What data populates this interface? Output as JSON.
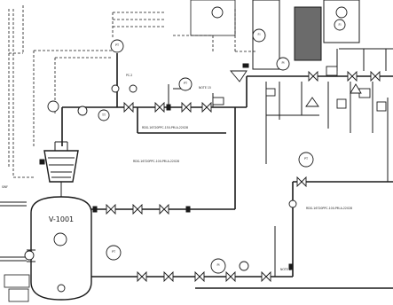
{
  "drawing": {
    "vessel_tag": "V-1001",
    "line_labels": {
      "header": "RDG-16720PPC-150-PM-A-22028",
      "lower_header": "RDG-16720PPC-100-PM-A-22028",
      "right_branch": "RDG-16720PPC-100-PM-A-22028"
    },
    "notes": {
      "note15": "NOTE 15",
      "note9": "NOTE 9",
      "pc2": "PC-2"
    },
    "left_label": "SWF",
    "bubbles": {
      "pt_upper": "PT",
      "pt_mid": "PT",
      "tt": "TT",
      "fi_right": "FI",
      "pi_right": "PI",
      "pt_lower": "PT",
      "pi_lower": "PI",
      "pt_right": "PT",
      "fi_far": "FI"
    }
  }
}
